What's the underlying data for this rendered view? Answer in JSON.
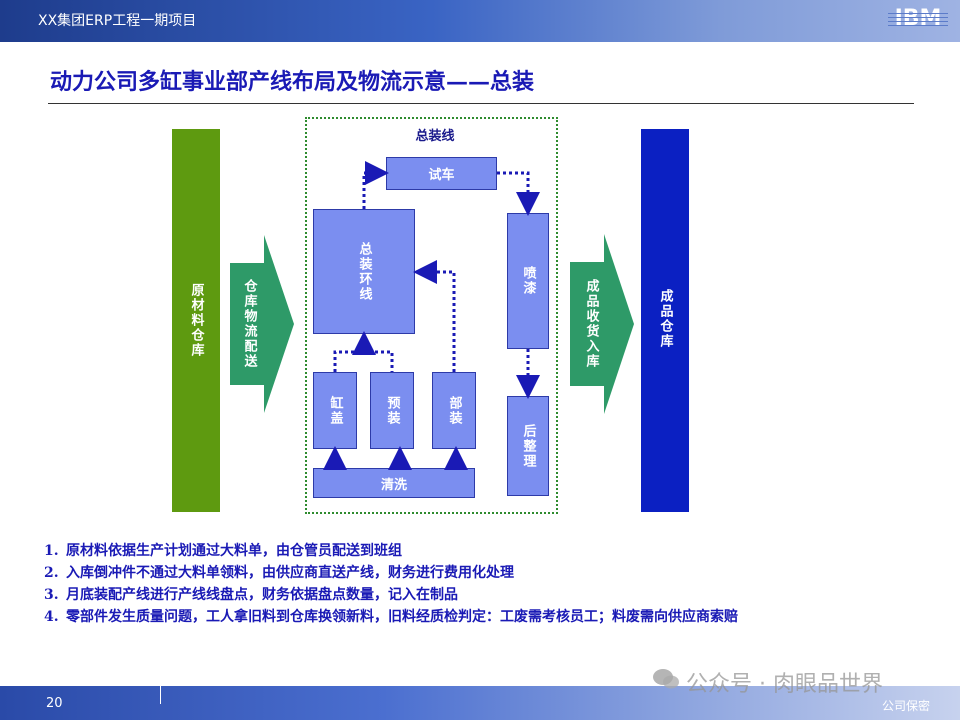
{
  "header": {
    "project": "XX集团ERP工程一期项目",
    "logo": "IBM"
  },
  "title": "动力公司多缸事业部产线布局及物流示意——总装",
  "diagram": {
    "raw_warehouse": "原材料仓库",
    "inbound_arrow": "仓库物流配送",
    "zone_label": "总装线",
    "test_run": "试车",
    "assembly_loop": "总装环线",
    "painting": "喷漆",
    "cylinder_cover": "缸盖",
    "pre_assembly": "预装",
    "part_assembly": "部装",
    "cleaning": "清洗",
    "post_finish": "后整理",
    "outbound_arrow": "成品收货入库",
    "finished_warehouse": "成品仓库",
    "colors": {
      "green": "#5e9a10",
      "teal": "#2e9a68",
      "blue_box": "#7b8ef0",
      "navy": "#0b20c2"
    }
  },
  "notes": [
    {
      "num": "1.",
      "text": "原材料依据生产计划通过大料单，由仓管员配送到班组"
    },
    {
      "num": "2.",
      "text": "入库倒冲件不通过大料单领料，由供应商直送产线，财务进行费用化处理"
    },
    {
      "num": "3.",
      "text": "月底装配产线进行产线线盘点，财务依据盘点数量，记入在制品"
    },
    {
      "num": "4.",
      "text": "零部件发生质量问题，工人拿旧料到仓库换领新料，旧料经质检判定：工废需考核员工；料废需向供应商索赔"
    }
  ],
  "footer": {
    "page": "20",
    "confidential": "公司保密",
    "watermark": "公众号 · 肉眼品世界"
  }
}
